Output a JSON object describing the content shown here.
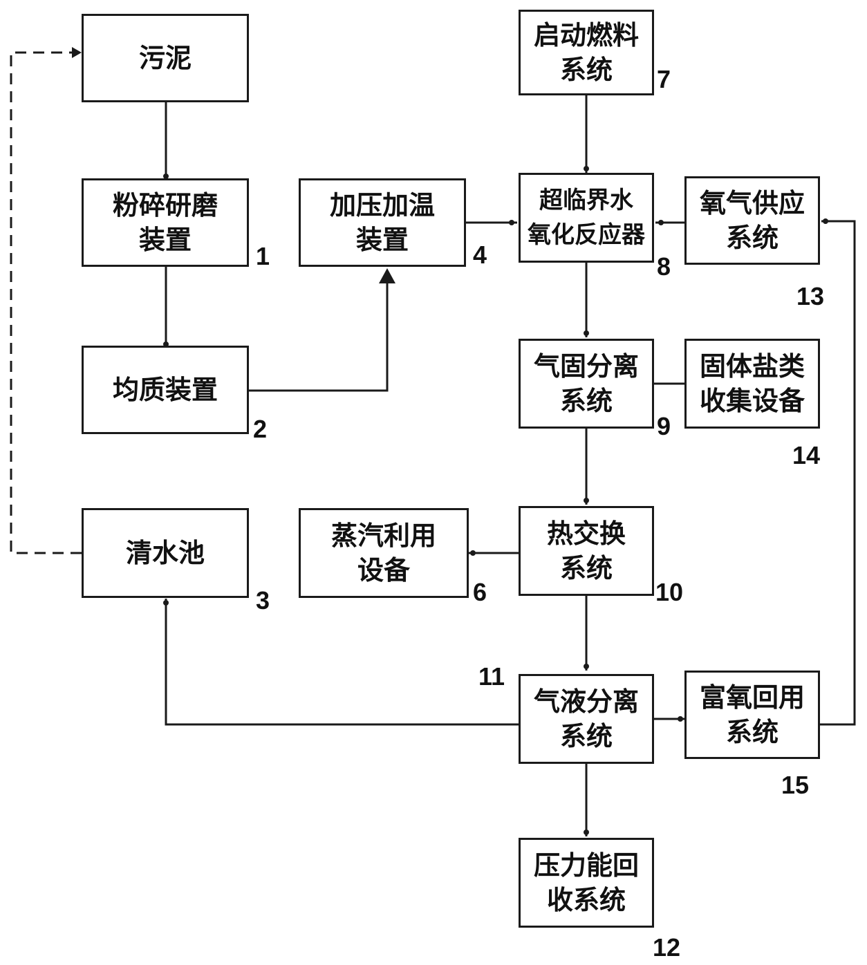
{
  "boxes": {
    "sludge": {
      "label": "污泥"
    },
    "crush_grind": {
      "label": "粉碎研磨\n装置",
      "num": "1"
    },
    "homogenizer": {
      "label": "均质装置",
      "num": "2"
    },
    "clean_water_pool": {
      "label": "清水池",
      "num": "3"
    },
    "press_heat": {
      "label": "加压加温\n装置",
      "num": "4"
    },
    "steam_use": {
      "label": "蒸汽利用\n设备",
      "num": "6"
    },
    "startup_fuel": {
      "label": "启动燃料\n系统",
      "num": "7"
    },
    "scwo_reactor": {
      "label": "超临界水\n氧化反应器",
      "num": "8"
    },
    "gas_solid_sep": {
      "label": "气固分离\n系统",
      "num": "9"
    },
    "heat_exchange": {
      "label": "热交换\n系统",
      "num": "10"
    },
    "gas_liquid_sep": {
      "label": "气液分离\n系统",
      "num": "11"
    },
    "pressure_recovery": {
      "label": "压力能回\n收系统",
      "num": "12"
    },
    "oxygen_supply": {
      "label": "氧气供应\n系统",
      "num": "13"
    },
    "salt_collect": {
      "label": "固体盐类\n收集设备",
      "num": "14"
    },
    "oxygen_recycle": {
      "label": "富氧回用\n系统",
      "num": "15"
    }
  }
}
